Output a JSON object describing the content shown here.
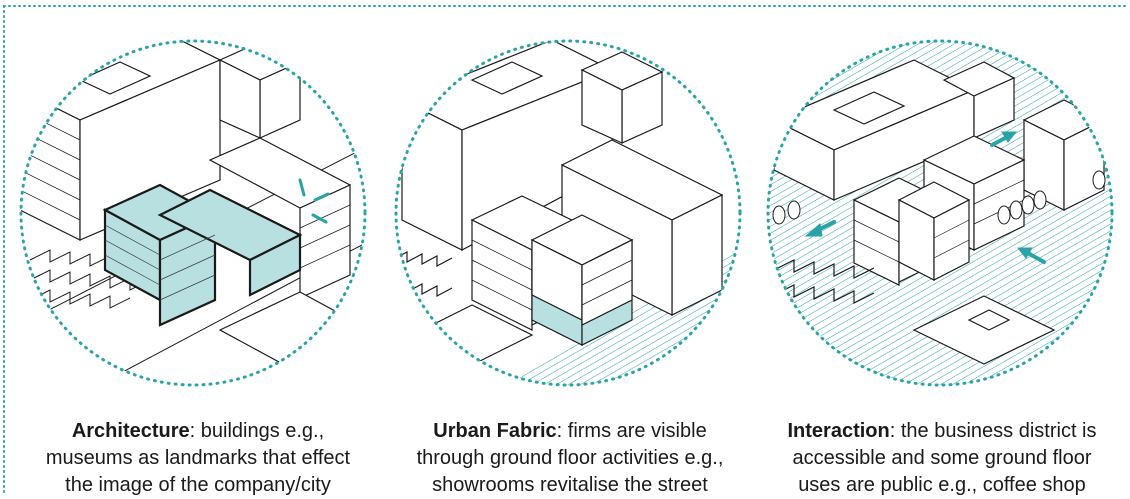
{
  "panels": [
    {
      "title": "Architecture",
      "text": ": buildings e.g., museums as landmarks that effect the image of the company/city",
      "line1_rest": ": buildings e.g.,",
      "line2": "museums as landmarks that effect",
      "line3": "the image of the company/city"
    },
    {
      "title": "Urban Fabric",
      "line1_rest": ": firms are visible",
      "line2": "through ground floor activities e.g.,",
      "line3": "showrooms revitalise the street"
    },
    {
      "title": "Interaction",
      "line1_rest": ": the business district is",
      "line2": "accessible and some ground floor",
      "line3": "uses are public e.g., coffee shop"
    }
  ],
  "colors": {
    "accent": "#2aa3a8",
    "fill": "#b8e0e1",
    "ink": "#1a1a1a"
  }
}
